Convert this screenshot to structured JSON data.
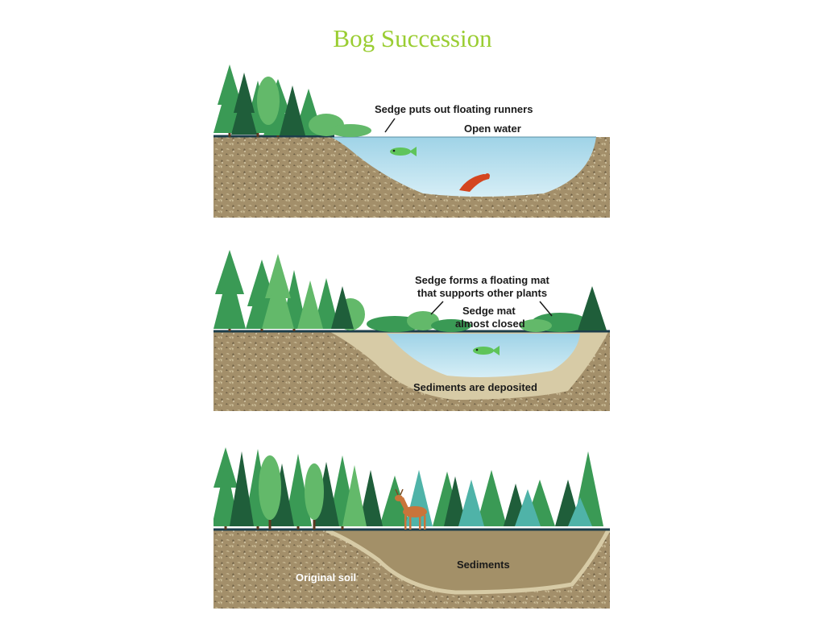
{
  "title": "Bog Succession",
  "panels": [
    {
      "labels": {
        "runners": "Sedge puts out floating runners",
        "open_water": "Open water"
      }
    },
    {
      "labels": {
        "mat_line1": "Sedge forms a floating mat",
        "mat_line2": "that supports other plants",
        "almost_line1": "Sedge mat",
        "almost_line2": "almost closed",
        "sediments": "Sediments are deposited"
      }
    },
    {
      "labels": {
        "original_soil": "Original soil",
        "sediments": "Sediments"
      }
    }
  ],
  "colors": {
    "title": "#9acd32",
    "soil": "#a38f6a",
    "sediment": "#d7cba6",
    "water_top": "#a7d8ea",
    "water_bottom": "#cfeaf3",
    "tree_dark": "#1f5e3a",
    "tree_mid": "#3a9a55",
    "tree_light": "#63b96a",
    "tree_teal": "#4fb3a8",
    "shore_line": "#1c3d4a"
  }
}
